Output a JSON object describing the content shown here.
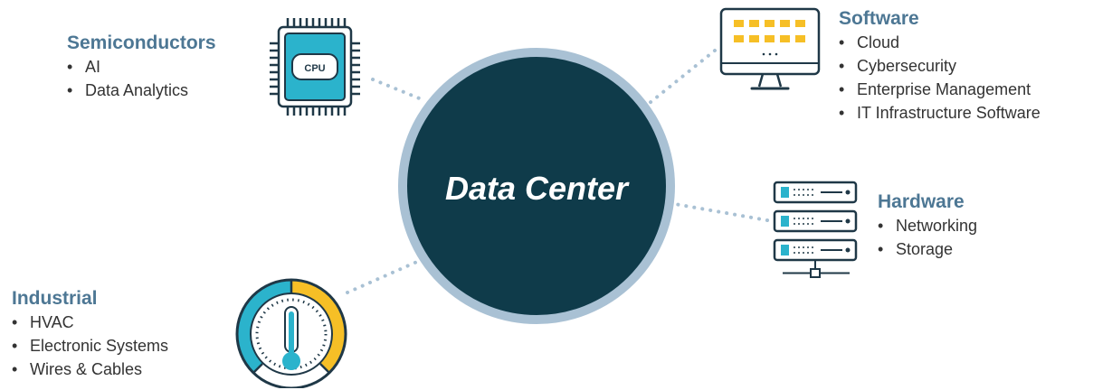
{
  "center": {
    "label": "Data Center"
  },
  "categories": {
    "semiconductors": {
      "title": "Semiconductors",
      "items": [
        "AI",
        "Data Analytics"
      ],
      "icon": "cpu-chip-icon",
      "icon_text": "CPU"
    },
    "software": {
      "title": "Software",
      "items": [
        "Cloud",
        "Cybersecurity",
        "Enterprise Management",
        "IT Infrastructure Software"
      ],
      "icon": "monitor-icon"
    },
    "hardware": {
      "title": "Hardware",
      "items": [
        "Networking",
        "Storage"
      ],
      "icon": "server-rack-icon"
    },
    "industrial": {
      "title": "Industrial",
      "items": [
        "HVAC",
        "Electronic Systems",
        "Wires & Cables"
      ],
      "icon": "thermometer-gauge-icon"
    }
  },
  "colors": {
    "hub_fill": "#0f3b4a",
    "hub_ring": "#a9c1d4",
    "title": "#4d7794",
    "accent_teal": "#2bb3cc",
    "accent_yellow": "#f6bf26",
    "outline": "#1f3847",
    "connector": "#a9c1d4"
  }
}
